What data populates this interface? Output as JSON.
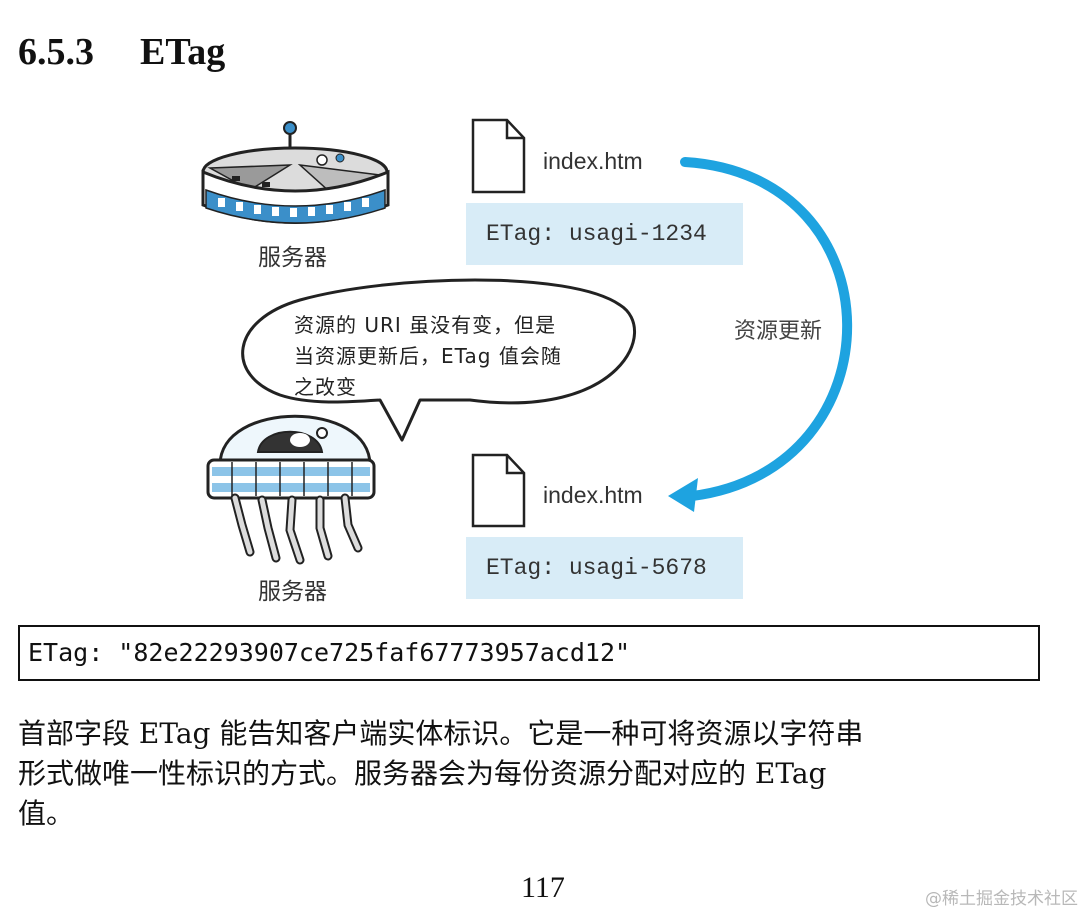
{
  "heading": {
    "number": "6.5.3",
    "title": "ETag"
  },
  "figure": {
    "top_file": {
      "name": "index.htm",
      "etag": "ETag: usagi-1234",
      "server_label": "服务器"
    },
    "bottom_file": {
      "name": "index.htm",
      "etag": "ETag: usagi-5678",
      "server_label": "服务器"
    },
    "arrow_label": "资源更新",
    "speech_bubble": {
      "lines": [
        "资源的 URI 虽没有变，但是",
        "当资源更新后，ETag 值会随",
        "之改变"
      ]
    },
    "colors": {
      "arrow": "#1ea3e0",
      "etag_box": "#d8ecf7",
      "server_stripe": "#3b8fc9"
    }
  },
  "code_example": "ETag: \"82e22293907ce725faf67773957acd12\"",
  "paragraph": {
    "lines": [
      "首部字段 ETag 能告知客户端实体标识。它是一种可将资源以字符串",
      "形式做唯一性标识的方式。服务器会为每份资源分配对应的 ETag",
      "值。"
    ]
  },
  "page_number": "117",
  "watermark": "@稀土掘金技术社区"
}
